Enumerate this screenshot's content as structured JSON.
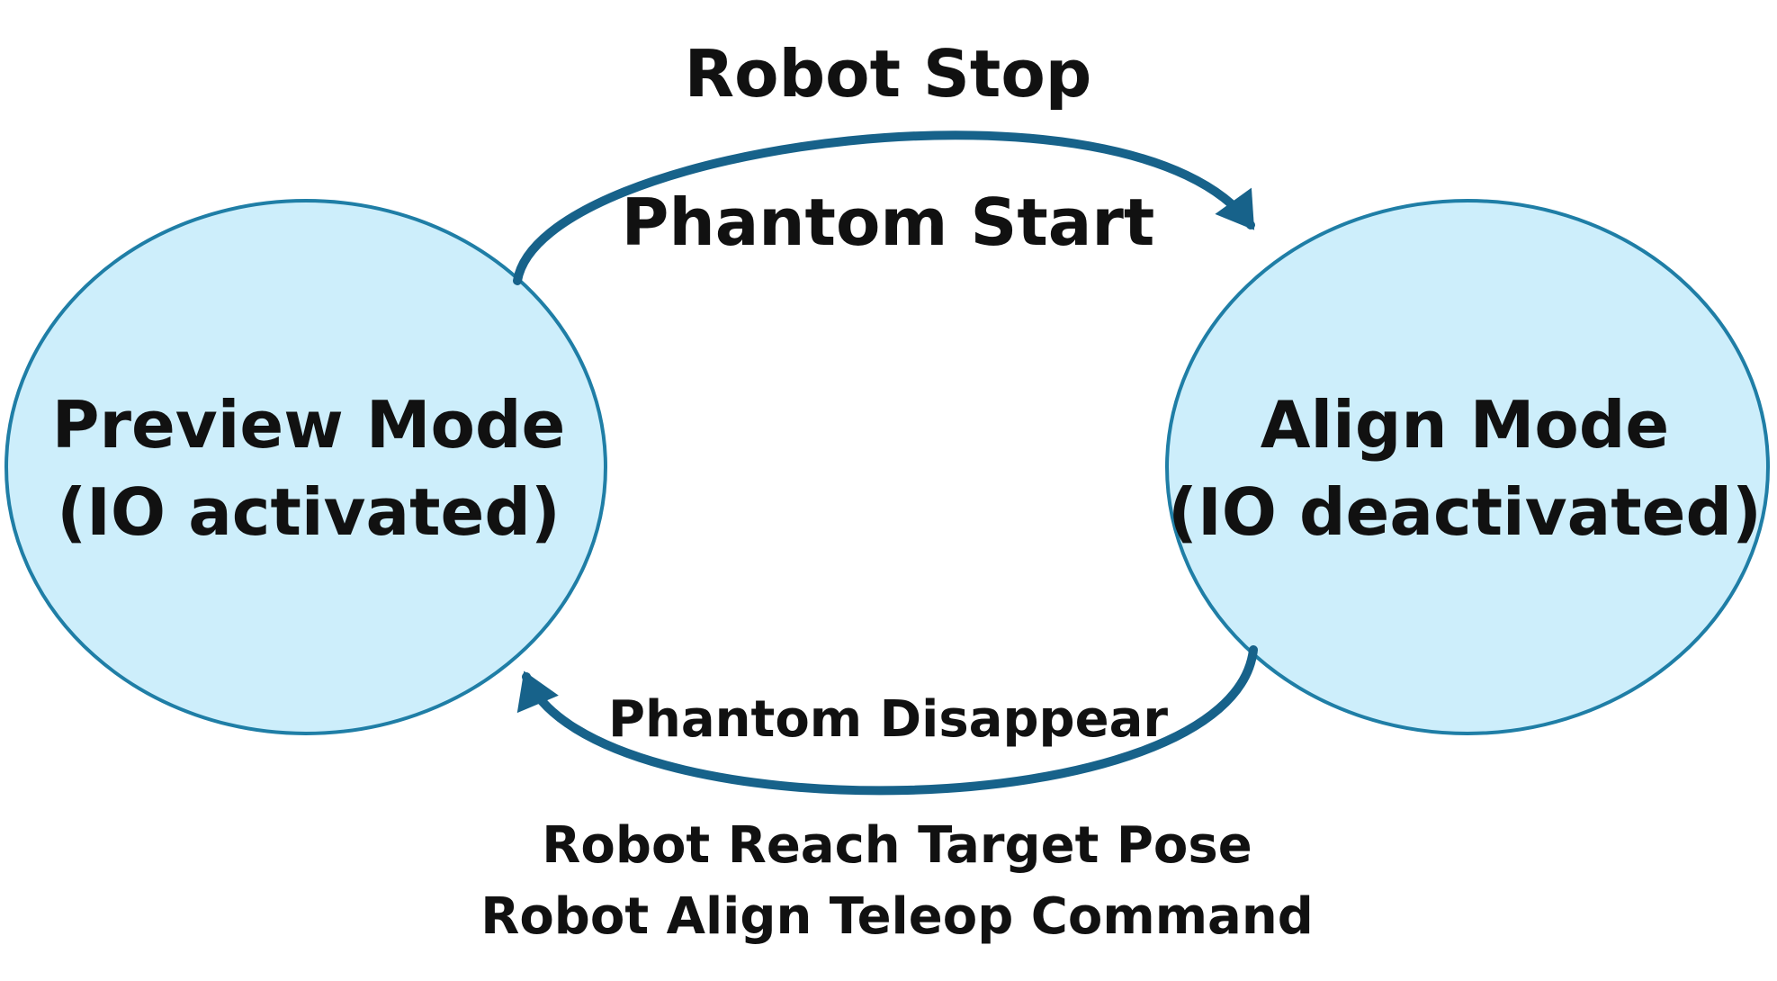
{
  "colors": {
    "state_fill": "#cdeefb",
    "state_stroke": "#1f7ea6",
    "arrow": "#17628a",
    "text": "#111111"
  },
  "states": {
    "preview": {
      "title": "Preview Mode",
      "subtitle": "(IO activated)"
    },
    "align": {
      "title": "Align Mode",
      "subtitle": "(IO deactivated)"
    }
  },
  "transitions": {
    "to_align": {
      "labels": [
        "Robot Stop",
        "Phantom Start"
      ]
    },
    "to_preview": {
      "labels": [
        "Phantom Disappear",
        "Robot Reach Target Pose",
        "Robot Align Teleop Command"
      ]
    }
  }
}
